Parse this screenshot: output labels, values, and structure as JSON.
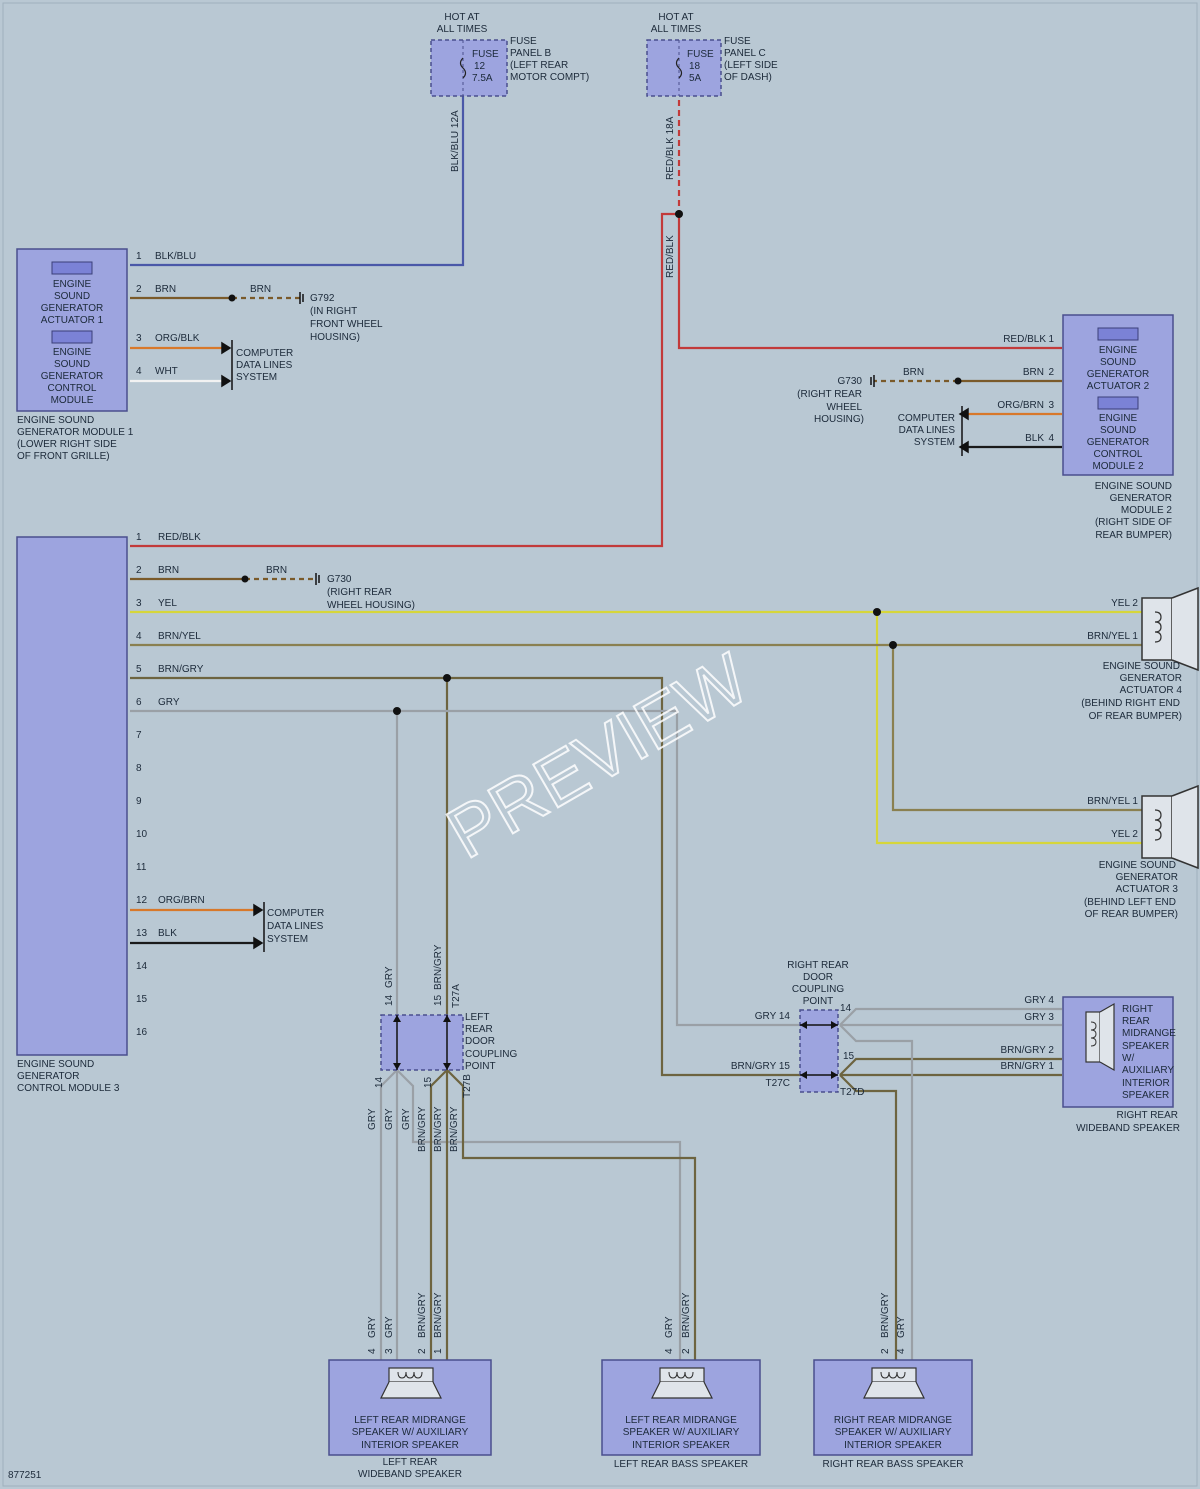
{
  "fuse_b": {
    "hot": [
      "HOT AT",
      "ALL TIMES"
    ],
    "inside": [
      "FUSE",
      "12",
      "7.5A"
    ],
    "desc": [
      "FUSE",
      "PANEL B",
      "(LEFT REAR",
      "MOTOR COMPT)"
    ],
    "wire": "BLK/BLU  12A"
  },
  "fuse_c": {
    "hot": [
      "HOT AT",
      "ALL TIMES"
    ],
    "inside": [
      "FUSE",
      "18",
      "5A"
    ],
    "desc": [
      "FUSE",
      "PANEL C",
      "(LEFT SIDE",
      "OF DASH)"
    ],
    "wire1": "RED/BLK  18A",
    "wire2": "RED/BLK"
  },
  "module1": {
    "title1": [
      "ENGINE",
      "SOUND",
      "GENERATOR",
      "ACTUATOR 1"
    ],
    "title2": [
      "ENGINE",
      "SOUND",
      "GENERATOR",
      "CONTROL",
      "MODULE"
    ],
    "caption": [
      "ENGINE SOUND",
      "GENERATOR MODULE 1",
      "(LOWER RIGHT SIDE",
      "OF FRONT GRILLE)"
    ],
    "pins": [
      {
        "n": "1",
        "c": "BLK/BLU"
      },
      {
        "n": "2",
        "c": "BRN"
      },
      {
        "n": "3",
        "c": "ORG/BLK"
      },
      {
        "n": "4",
        "c": "WHT"
      }
    ],
    "brn2": "BRN",
    "ground": [
      "G792",
      "(IN RIGHT",
      "FRONT WHEEL",
      "HOUSING)"
    ],
    "data_lines": [
      "COMPUTER",
      "DATA LINES",
      "SYSTEM"
    ]
  },
  "module2": {
    "title1": [
      "ENGINE",
      "SOUND",
      "GENERATOR",
      "ACTUATOR 2"
    ],
    "title2": [
      "ENGINE",
      "SOUND",
      "GENERATOR",
      "CONTROL",
      "MODULE 2"
    ],
    "caption": [
      "ENGINE SOUND",
      "GENERATOR",
      "MODULE 2",
      "(RIGHT SIDE OF",
      "REAR BUMPER)"
    ],
    "pins": [
      {
        "n": "1",
        "c": "RED/BLK"
      },
      {
        "n": "2",
        "c": "BRN"
      },
      {
        "n": "3",
        "c": "ORG/BRN"
      },
      {
        "n": "4",
        "c": "BLK"
      }
    ],
    "brn2": "BRN",
    "ground": [
      "G730",
      "(RIGHT REAR",
      "WHEEL",
      "HOUSING)"
    ],
    "data_lines": [
      "COMPUTER",
      "DATA LINES",
      "SYSTEM"
    ]
  },
  "module3": {
    "caption": [
      "ENGINE SOUND",
      "GENERATOR",
      "CONTROL MODULE 3"
    ],
    "pins": [
      {
        "n": "1",
        "c": "RED/BLK"
      },
      {
        "n": "2",
        "c": "BRN"
      },
      {
        "n": "3",
        "c": "YEL"
      },
      {
        "n": "4",
        "c": "BRN/YEL"
      },
      {
        "n": "5",
        "c": "BRN/GRY"
      },
      {
        "n": "6",
        "c": "GRY"
      },
      {
        "n": "7",
        "c": ""
      },
      {
        "n": "8",
        "c": ""
      },
      {
        "n": "9",
        "c": ""
      },
      {
        "n": "10",
        "c": ""
      },
      {
        "n": "11",
        "c": ""
      },
      {
        "n": "12",
        "c": "ORG/BRN"
      },
      {
        "n": "13",
        "c": "BLK"
      },
      {
        "n": "14",
        "c": ""
      },
      {
        "n": "15",
        "c": ""
      },
      {
        "n": "16",
        "c": ""
      }
    ],
    "brn2": "BRN",
    "ground": [
      "G730",
      "(RIGHT REAR",
      "WHEEL HOUSING)"
    ],
    "data_lines": [
      "COMPUTER",
      "DATA LINES",
      "SYSTEM"
    ]
  },
  "actuator4": {
    "pin_a": "YEL  2",
    "pin_b": "BRN/YEL  1",
    "caption": [
      "ENGINE SOUND",
      "GENERATOR",
      "ACTUATOR 4",
      "(BEHIND RIGHT END",
      "OF REAR BUMPER)"
    ]
  },
  "actuator3": {
    "pin_a": "BRN/YEL  1",
    "pin_b": "YEL  2",
    "caption": [
      "ENGINE SOUND",
      "GENERATOR",
      "ACTUATOR 3",
      "(BEHIND LEFT END",
      "OF REAR BUMPER)"
    ]
  },
  "left_coupling": {
    "name": [
      "LEFT",
      "REAR",
      "DOOR",
      "COUPLING",
      "POINT"
    ],
    "top_pin14": "14",
    "top_wire14": "GRY",
    "top_pin15": "15",
    "top_wire15": "BRN/GRY",
    "conn_top": "T27A",
    "bot_pin14": "14",
    "bot_pin15": "15",
    "conn_bot": "T27B",
    "drops": [
      "GRY",
      "GRY",
      "GRY",
      "BRN/GRY",
      "BRN/GRY",
      "BRN/GRY"
    ]
  },
  "right_coupling": {
    "name": [
      "RIGHT REAR",
      "DOOR",
      "COUPLING",
      "POINT"
    ],
    "left14": "GRY  14",
    "left15": "BRN/GRY  15",
    "conn_left": "T27C",
    "right14": "14",
    "right15": "15",
    "conn_right": "T27D"
  },
  "right_wideband": {
    "name": [
      "RIGHT",
      "REAR",
      "MIDRANGE",
      "SPEAKER",
      "W/",
      "AUXILIARY",
      "INTERIOR",
      "SPEAKER"
    ],
    "caption": [
      "RIGHT REAR",
      "WIDEBAND SPEAKER"
    ],
    "pins": [
      "GRY  4",
      "GRY  3",
      "BRN/GRY  2",
      "BRN/GRY  1"
    ]
  },
  "speaker_left_wide": {
    "name": [
      "LEFT REAR MIDRANGE",
      "SPEAKER W/ AUXILIARY",
      "INTERIOR SPEAKER"
    ],
    "caption": [
      "LEFT REAR",
      "WIDEBAND SPEAKER"
    ],
    "wires": [
      "GRY",
      "GRY",
      "BRN/GRY",
      "BRN/GRY"
    ],
    "pins": [
      "4",
      "3",
      "2",
      "1"
    ]
  },
  "speaker_left_bass": {
    "name": [
      "LEFT REAR MIDRANGE",
      "SPEAKER W/ AUXILIARY",
      "INTERIOR SPEAKER"
    ],
    "caption": [
      "LEFT REAR BASS SPEAKER"
    ],
    "wires": [
      "GRY",
      "BRN/GRY"
    ],
    "pins": [
      "4",
      "2"
    ]
  },
  "speaker_right_bass": {
    "name": [
      "RIGHT REAR MIDRANGE",
      "SPEAKER W/ AUXILIARY",
      "INTERIOR SPEAKER"
    ],
    "caption": [
      "RIGHT REAR BASS SPEAKER"
    ],
    "wires": [
      "BRN/GRY",
      "GRY"
    ],
    "pins": [
      "2",
      "4"
    ]
  },
  "figure_id": "877251",
  "watermark": "PREVIEW",
  "colors": {
    "background": "#b9c8d3",
    "module_fill": "#9da4df",
    "blk_blu": "#4a58a8",
    "red_blk": "#c23a3a",
    "brn": "#7a5a2a",
    "org": "#d8782a",
    "yel": "#d6d63a",
    "brn_yel": "#8a8050",
    "brn_gry": "#6d6440",
    "gry": "#9aa0a6",
    "blk": "#1a1a1a",
    "wht": "#f2f2f2"
  }
}
